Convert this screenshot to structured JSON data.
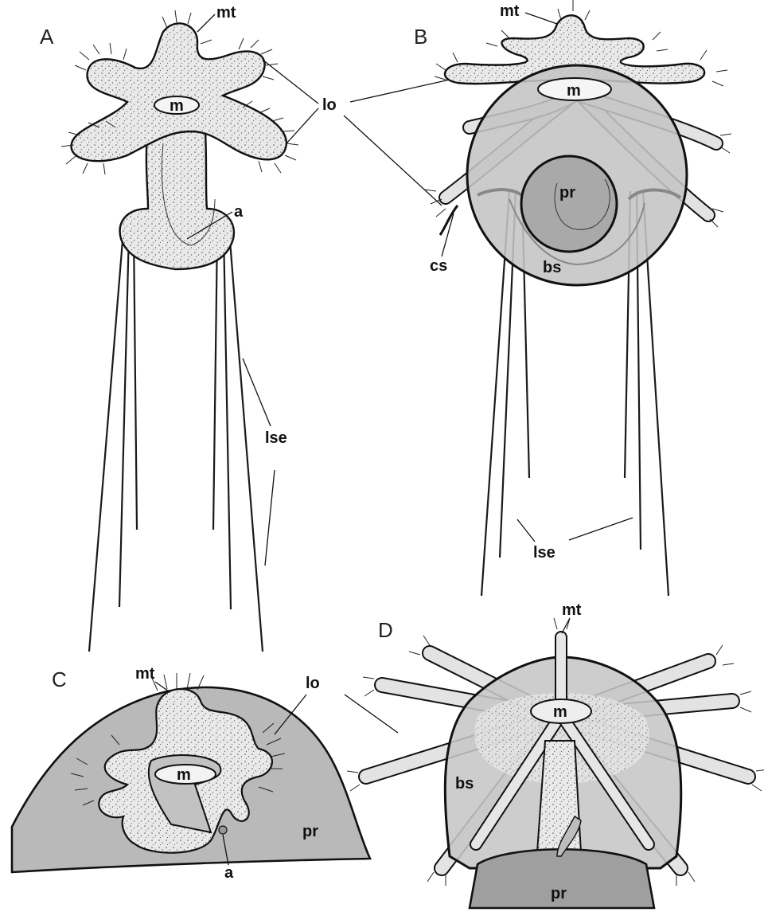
{
  "panels": {
    "A": {
      "letter": "A",
      "labels": {
        "mt": "mt",
        "m": "m",
        "lo": "lo",
        "a": "a",
        "lse": "lse"
      }
    },
    "B": {
      "letter": "B",
      "labels": {
        "mt": "mt",
        "m": "m",
        "lo": "lo",
        "pr": "pr",
        "cs": "cs",
        "bs": "bs",
        "lse": "lse"
      }
    },
    "C": {
      "letter": "C",
      "labels": {
        "mt": "mt",
        "lo": "lo",
        "m": "m",
        "pr": "pr",
        "a": "a"
      }
    },
    "D": {
      "letter": "D",
      "labels": {
        "mt": "mt",
        "m": "m",
        "bs": "bs",
        "pr": "pr"
      }
    }
  },
  "colors": {
    "ink": "#111111",
    "stipple_bg": "#e6e6e6",
    "shell": "#b9b9b9",
    "dots": "#555555"
  }
}
